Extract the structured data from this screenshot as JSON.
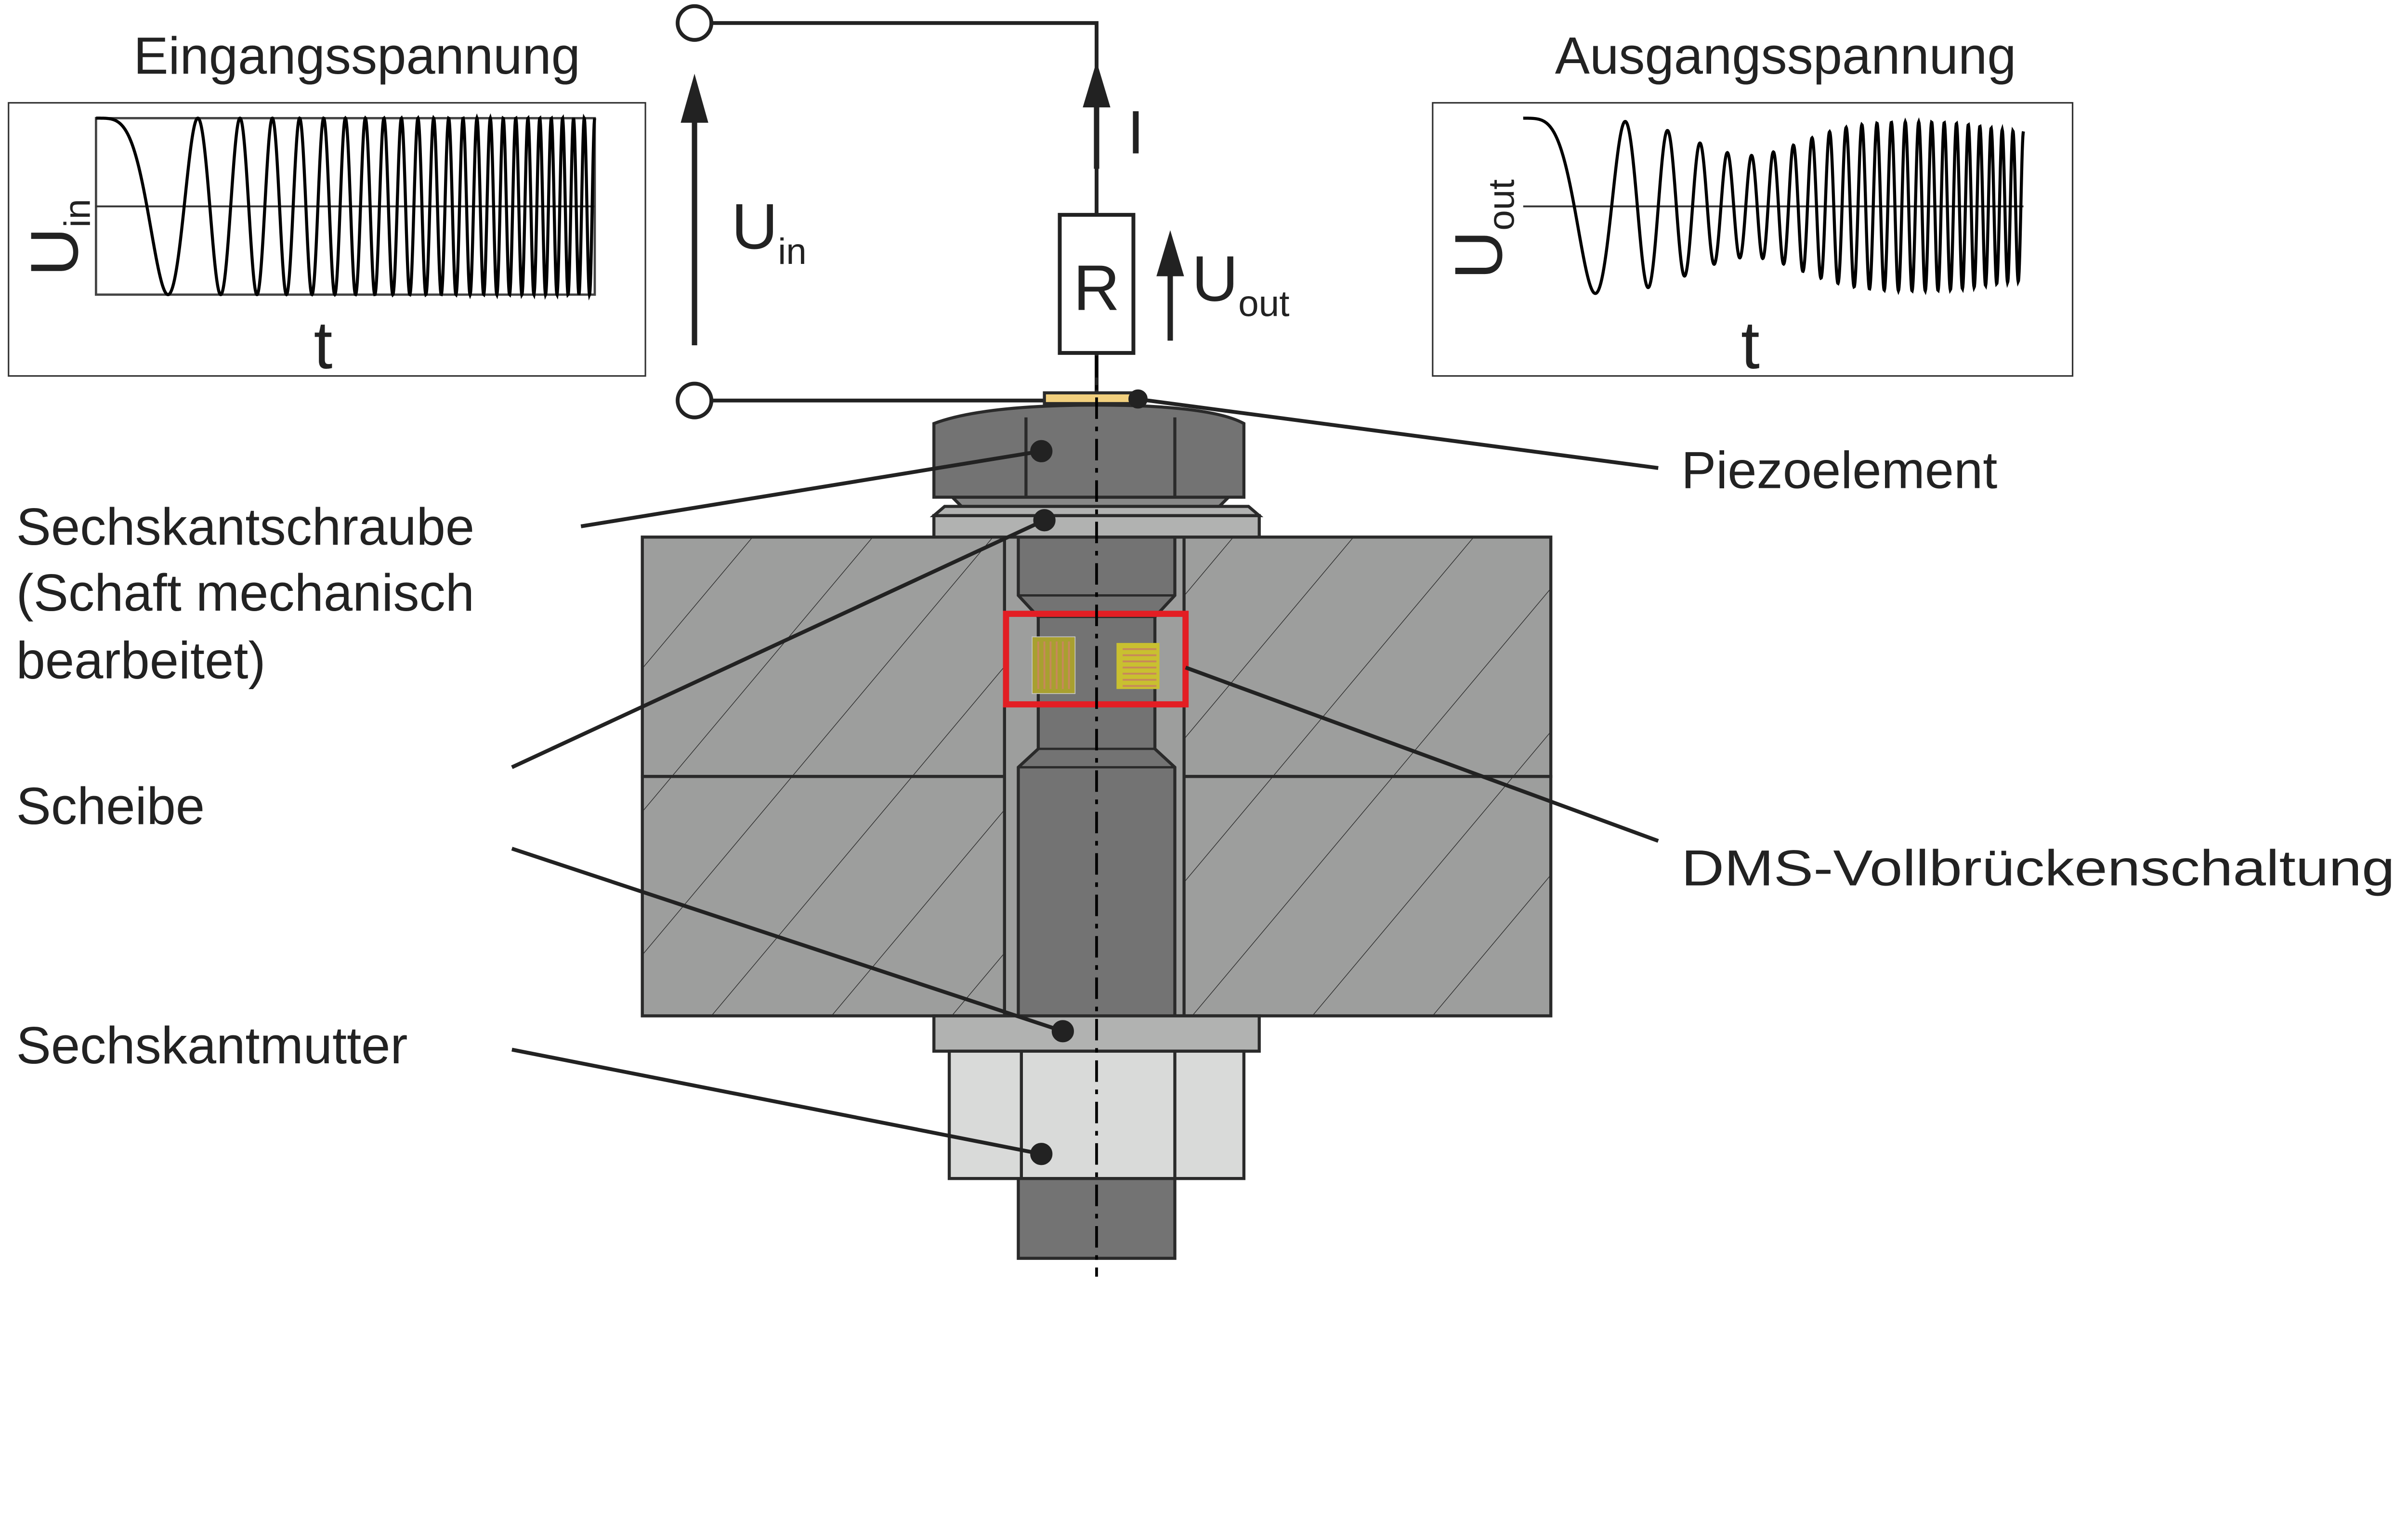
{
  "input_plot": {
    "title": "Eingangsspannung",
    "ylabel": "U",
    "ylabel_sub": "in",
    "xlabel": "t",
    "cycles": 24
  },
  "output_plot": {
    "title": "Ausgangsspannung",
    "ylabel": "U",
    "ylabel_sub": "out",
    "xlabel": "t",
    "cycles": 24
  },
  "circuit": {
    "current": "I",
    "resistor": "R",
    "uin": "U",
    "uin_sub": "in",
    "uout": "U",
    "uout_sub": "out"
  },
  "labels": {
    "piezo": "Piezoelement",
    "bolt_line1": "Sechskantschraube",
    "bolt_line2": "(Schaft mechanisch",
    "bolt_line3": "bearbeitet)",
    "washer": "Scheibe",
    "nut": "Sechskantmutter",
    "dms": "DMS-Vollbrückenschaltung"
  },
  "colors": {
    "red_frame": "#e31e24",
    "piezo": "#f2d07e",
    "bolt": "#737373",
    "plate": "#9d9e9d",
    "washer": "#b1b2b1",
    "nut": "#d9dad9",
    "gauge": "#c9c030"
  }
}
